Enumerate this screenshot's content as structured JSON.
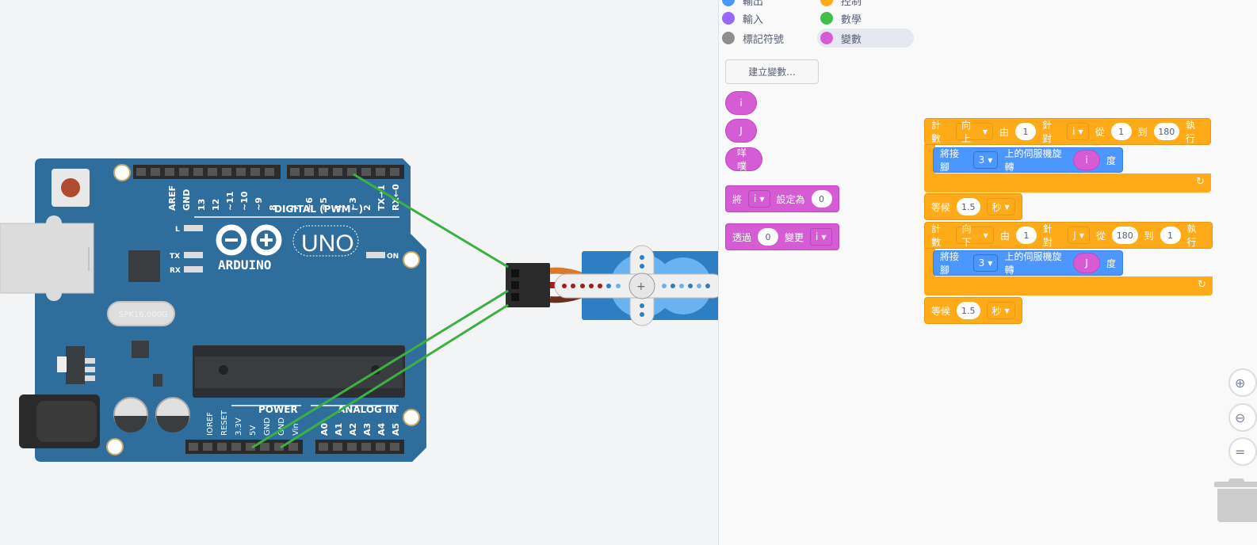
{
  "palette": {
    "categories": [
      {
        "label": "輸出",
        "color": "#4c97ff",
        "icon": "output-category-dot"
      },
      {
        "label": "控制",
        "color": "#ffab19",
        "icon": "control-category-dot"
      },
      {
        "label": "輸入",
        "color": "#9966ff",
        "icon": "input-category-dot"
      },
      {
        "label": "數學",
        "color": "#40bf4a",
        "icon": "math-category-dot"
      },
      {
        "label": "標記符號",
        "color": "#8e8e8e",
        "icon": "notation-category-dot"
      },
      {
        "label": "變數",
        "color": "#d65cd6",
        "icon": "variables-category-dot",
        "selected": true
      }
    ],
    "create_variable_label": "建立變數...",
    "variable_reporters": [
      "i",
      "J",
      "咩噗"
    ],
    "set_block": {
      "prefix": "將",
      "var": "i",
      "middle": "設定為",
      "value": "0"
    },
    "change_block": {
      "prefix": "透過",
      "value": "0",
      "middle": "變更",
      "var": "i"
    }
  },
  "workspace": {
    "count_up": {
      "label": "計數",
      "direction": "向上",
      "by_label": "由",
      "by": "1",
      "for_label": "針對",
      "var": "i",
      "from_label": "從",
      "from": "1",
      "to_label": "到",
      "to": "180",
      "do_label": "執行"
    },
    "servo_1": {
      "prefix": "將接腳",
      "pin": "3",
      "middle": "上的伺服機旋轉",
      "var": "i",
      "suffix": "度"
    },
    "wait_1": {
      "label": "等候",
      "value": "1.5",
      "unit": "秒"
    },
    "count_down": {
      "label": "計數",
      "direction": "向下",
      "by_label": "由",
      "by": "1",
      "for_label": "針對",
      "var": "J",
      "from_label": "從",
      "from": "180",
      "to_label": "到",
      "to": "1",
      "do_label": "執行"
    },
    "servo_2": {
      "prefix": "將接腳",
      "pin": "3",
      "middle": "上的伺服機旋轉",
      "var": "J",
      "suffix": "度"
    },
    "wait_2": {
      "label": "等候",
      "value": "1.5",
      "unit": "秒"
    },
    "loop_icon": "↻",
    "zoom_in": "⊕",
    "zoom_out": "⊖",
    "zoom_reset": "="
  },
  "board": {
    "digital_pins": [
      "AREF",
      "GND",
      "13",
      "12",
      "~11",
      "~10",
      "~9",
      "8",
      "7",
      "~6",
      "~5",
      "4",
      "~3",
      "2",
      "TX→1",
      "RX←0"
    ],
    "digital_label": "DIGITAL (PWM~)",
    "power_pins": [
      "IOREF",
      "RESET",
      "3.3V",
      "5V",
      "GND",
      "GND",
      "Vin"
    ],
    "analog_pins": [
      "A0",
      "A1",
      "A2",
      "A3",
      "A4",
      "A5"
    ],
    "power_label": "POWER",
    "analog_label": "ANALOG IN",
    "brand": "ARDUINO",
    "model": "UNO",
    "crystal": "SPK16.000G",
    "led_l": "L",
    "led_tx": "TX",
    "led_rx": "RX",
    "led_on": "ON",
    "board_color": "#2f6d9c",
    "wire_color": "#3cb043"
  }
}
